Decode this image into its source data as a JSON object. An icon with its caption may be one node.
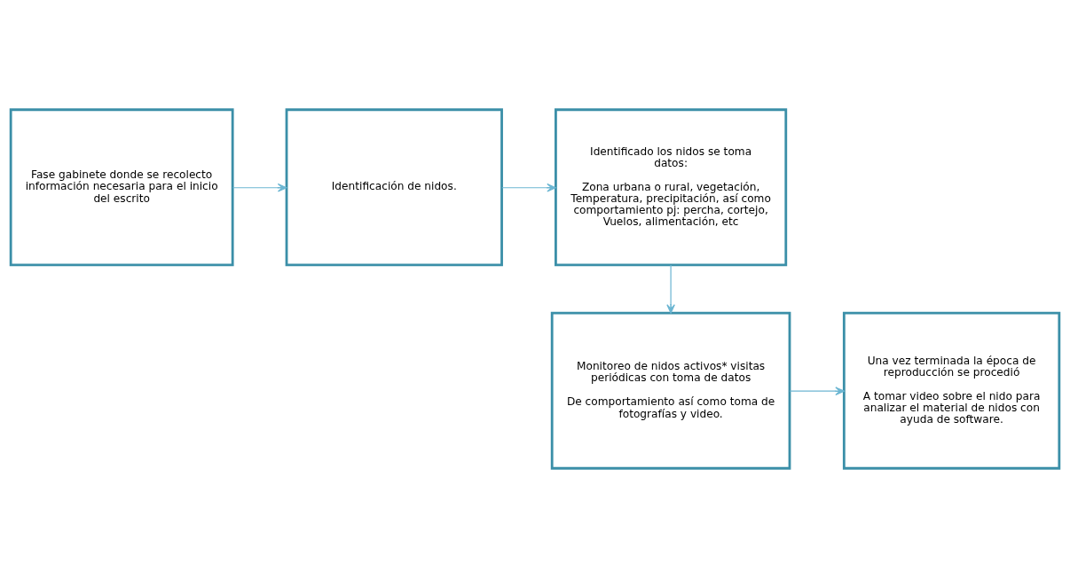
{
  "diagram": {
    "nodes": [
      {
        "text": [
          "Fase gabinete donde se recolecto información necesaria para el inicio del escrito"
        ]
      },
      {
        "text": [
          "Identificación de nidos."
        ]
      },
      {
        "text": [
          "Identificado los nidos se toma datos:",
          "Zona urbana o rural, vegetación, Temperatura, precipitación, así como comportamiento pj: percha, cortejo, Vuelos, alimentación, etc"
        ]
      },
      {
        "text": [
          "Monitoreo de nidos activos* visitas periódicas con toma de datos",
          "De comportamiento así como toma de fotografías y video."
        ]
      },
      {
        "text": [
          "Una vez terminada la época de reproducción se procedió",
          "A tomar video sobre el nido para analizar el material de nidos con ayuda de software."
        ]
      }
    ],
    "edges": [
      {
        "from": 0,
        "to": 1,
        "arrow": "to"
      },
      {
        "from": 1,
        "to": 2,
        "arrow": "to"
      },
      {
        "from": 2,
        "to": 3,
        "arrow": "to"
      },
      {
        "from": 3,
        "to": 4,
        "arrow": "to"
      }
    ]
  }
}
